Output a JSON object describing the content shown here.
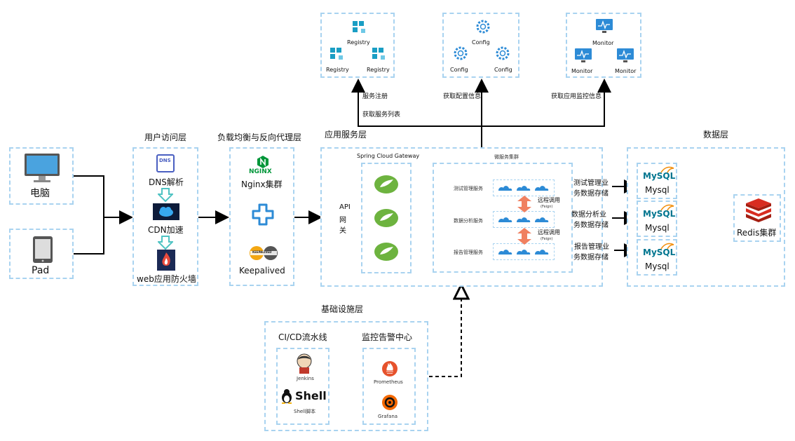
{
  "top": {
    "registry": [
      "Registry",
      "Registry",
      "Registry"
    ],
    "config": [
      "Config",
      "Config",
      "Config"
    ],
    "monitor": [
      "Monitor",
      "Monitor",
      "Monitor"
    ],
    "labels": {
      "service_register": "服务注册",
      "get_service_list": "获取服务列表",
      "get_config": "获取配置信息",
      "get_monitor": "获取应用监控信息"
    }
  },
  "clients": {
    "pc": "电脑",
    "pad": "Pad"
  },
  "user_layer": {
    "title": "用户访问层",
    "dns": "DNS解析",
    "dns_icon_text": "DNS",
    "cdn": "CDN加速",
    "waf": "web应用防火墙"
  },
  "lb_layer": {
    "title": "负载均衡与反向代理层",
    "nginx_logo": "NGINX",
    "nginx": "Nginx集群",
    "keepalived_logo": "KEEPALIVED",
    "keepalived": "Keepalived"
  },
  "app_layer": {
    "title": "应用服务层",
    "gateway": "Spring Cloud Gateway",
    "api_gateway": [
      "API",
      "网",
      "关"
    ],
    "micro_cluster": "微服务集群",
    "services": [
      "测试管理服务",
      "数据分析服务",
      "报告管理服务"
    ],
    "rpc": [
      "远程调用",
      "远程调用"
    ],
    "feign": [
      "(Feign)",
      "(Feign)"
    ],
    "storage": [
      [
        "测试管理业",
        "务数据存储"
      ],
      [
        "数据分析业",
        "务数据存储"
      ],
      [
        "报告管理业",
        "务数据存储"
      ]
    ]
  },
  "data_layer": {
    "title": "数据层",
    "mysql_logo": "MySQL",
    "mysql": [
      "Mysql",
      "Mysql",
      "Mysql"
    ],
    "redis": "Redis集群"
  },
  "infra": {
    "title": "基础设施层",
    "cicd": "CI/CD流水线",
    "monitoring": "监控告警中心",
    "jenkins": "Jenkins",
    "shell_logo": "Shell",
    "shell": "Shell脚本",
    "prometheus": "Prometheus",
    "grafana": "Grafana"
  },
  "colors": {
    "dashed_border": "#a9d3f0",
    "icon_blue": "#2d8bd6",
    "registry_teal": "#1a9ec4",
    "spring_green": "#6db33f",
    "arrow_orange": "#f08060",
    "mysql_blue": "#00758f",
    "mysql_orange": "#f29111",
    "redis_red": "#d82c20",
    "nginx_green": "#009639"
  }
}
